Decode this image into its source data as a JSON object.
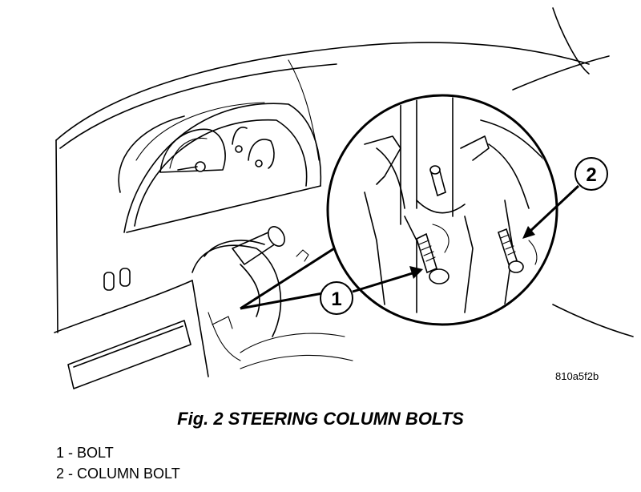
{
  "figure": {
    "reference_code": "810a5f2b",
    "caption": "Fig. 2 STEERING COLUMN BOLTS",
    "callouts": [
      {
        "number": "1",
        "label": "1 - BOLT"
      },
      {
        "number": "2",
        "label": "2 - COLUMN BOLT"
      }
    ]
  }
}
